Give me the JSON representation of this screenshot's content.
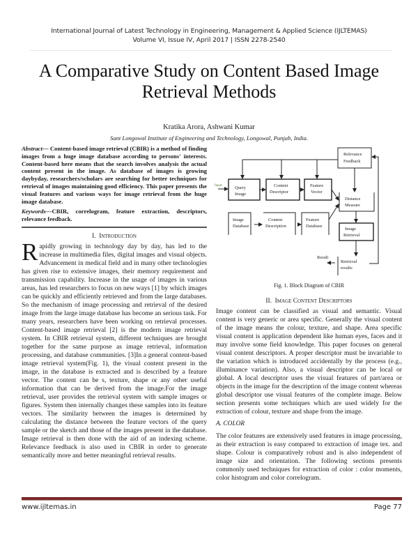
{
  "header": {
    "journal": "International Journal of Latest Technology in Engineering, Management & Applied Science (IJLTEMAS)",
    "issue": "Volume VI, Issue IV, April 2017 | ISSN 2278-2540"
  },
  "paper": {
    "title_line1": "A Comparative Study on Content Based Image",
    "title_line2": "Retrieval Methods",
    "authors": "Kratika Arora, Ashwani Kumar",
    "affiliation": "Sant Longowal Institute of Engineering and Technology, Longowal, Punjab, India."
  },
  "abstract": {
    "label": "Abstract—",
    "text": " Content-based image retrieval (CBIR) is a method of finding images from a huge image database according to persons' interests. Content-based here means that the search involves analysis the actual content present in the image. As database of images is growing daybyday, researchers/scholars are searching for better techniques for retrieval of images maintaining good efficiency. This paper presents the visual features and various ways for image retrieval from the huge image database.",
    "keywords_label": "Keywords—",
    "keywords": "CBIR, correlogram, feature extraction, descriptors, relevance feedback."
  },
  "sections": {
    "intro_num": "I.",
    "intro_title": "Introduction",
    "intro_dropcap": "R",
    "intro_text": "apidly growing in technology day by day, has led to the increase in multimedia files, digital images and visual objects. Advancement in medical field and in many other technologies has given rise to extensive images, their memory requirement and transmission capability. Increase in the usage of images in various areas, has led researchers to focus on new ways [1] by which images can be quickly and efficiently retrieved and from the large databases. So the mechanism of image processing and retrieval of the desired image from the large image database has become an serious task. For many years, researchers have been working on retrieval processes. Content-based image retrieval [2] is the modern image retrieval system. In CBIR retrieval system, different techniques are brought together for the same purpose as image retrieval, information processing, and database communities. [3]In a general content-based image retrieval system(Fig. 1), the visual content present in the image, in the database is extracted and is described by a feature vector. The content can be s, texture, shape or any other useful information that can be derived from the image.For the image retrieval, user provides the retrieval system with sample images or figures. System then internally changes these samples into its feature vectors. The similarity between the images is determined by calculating the distance between the feature vectors of the query sample or the sketch and those of the images present in the database. Image retrieval is then done with the aid of an indexing scheme. Relevance feedback is also used in CBIR in order to generate semantically more and better meaningful retrieval results.",
    "s2_num": "II.",
    "s2_title": "Image Content Descriptors",
    "s2_text": "Image content can be classified as visual and semantic. Visual content is very generic or area specific. Generally the visual content of the image means the colour, texture, and shape. Area specific visual content is application dependent like human eyes, faces and it may involve some field knowledge. This paper focuses on general visual content descriptors. A proper descriptor must be invariable to the variation which is introduced accidentally by the process (e.g., illuminance variation). Also, a visual descriptor can be local or global. A local descriptor uses the visual features of part/area or objects in the image for the description of the image content whereas global descriptor use visual features of the complete image. Below section presents some techniques which are used widely for the extraction of colour, texture and shape from the image.",
    "sub_a": "A.   COLOR",
    "sub_a_text": "The color features are extensively used features in image processing, as their extraction is easy compared to extraction of image tex. and shape. Colour is comparatively robust and is also independent of image size and orientation. The following sections presents commonly used techniques for extraction of color : color moments, color histogram and color correlogram."
  },
  "figure": {
    "caption": "Fig. 1. Block Diagram of CBIR",
    "labels": {
      "input": "Input",
      "relevance1": "Relevance",
      "relevance2": "Feedback",
      "query1": "Query",
      "query2": "Image",
      "cdesc1": "Content",
      "cdesc2": "Descriptor",
      "fvec1": "Feature",
      "fvec2": "Vector",
      "dist1": "Distance",
      "dist2": "Measure",
      "imgdb1": "Image",
      "imgdb2": "Database",
      "cdn1": "Content",
      "cdn2": "Description",
      "fdb1": "Feature",
      "fdb2": "Database",
      "ret1": "Image",
      "ret2": "Retrieval",
      "result": "Result",
      "rres1": "Retrieval",
      "rres2": "results"
    }
  },
  "footer": {
    "site": "www.ijltemas.in",
    "page": "Page 77"
  },
  "colors": {
    "footer_rule": "#7a2a2a",
    "text": "#1a1a1a"
  }
}
